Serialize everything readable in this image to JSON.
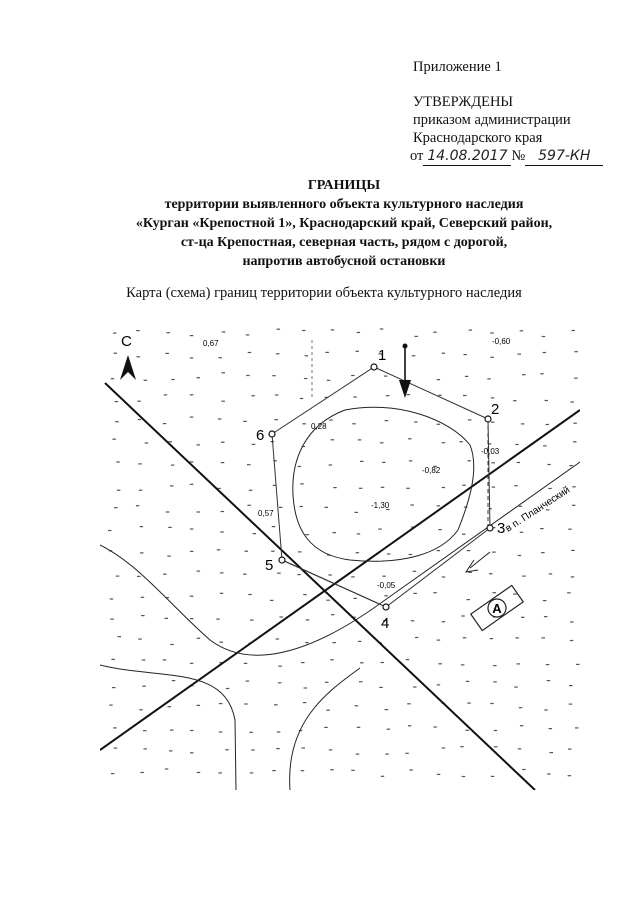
{
  "header": {
    "appendix": "Приложение 1",
    "approved": "УТВЕРЖДЕНЫ",
    "order_line": "приказом администрации",
    "region_line": "Краснодарского края",
    "from_prefix": "от",
    "date_handwritten": "14.08.2017",
    "number_sign": "№",
    "number_handwritten": "597-КН"
  },
  "title": {
    "line1": "ГРАНИЦЫ",
    "line2": "территории выявленного объекта культурного наследия",
    "line3": "«Курган «Крепостной 1», Краснодарский край, Северский район,",
    "line4": "ст-ца Крепостная, северная часть, рядом с дорогой,",
    "line5": "напротив автобусной остановки"
  },
  "map_caption": "Карта (схема) границ территории объекта культурного наследия",
  "map": {
    "north_label": "С",
    "points": [
      "1",
      "2",
      "3",
      "4",
      "5",
      "6"
    ],
    "elevations": [
      "0,67",
      "-0,60",
      "0,28",
      "-0,03",
      "-0,82",
      "-1,30",
      "0,57",
      "-0,05"
    ],
    "road_label": "в п. Планческий",
    "bus_stop_label": "A"
  }
}
